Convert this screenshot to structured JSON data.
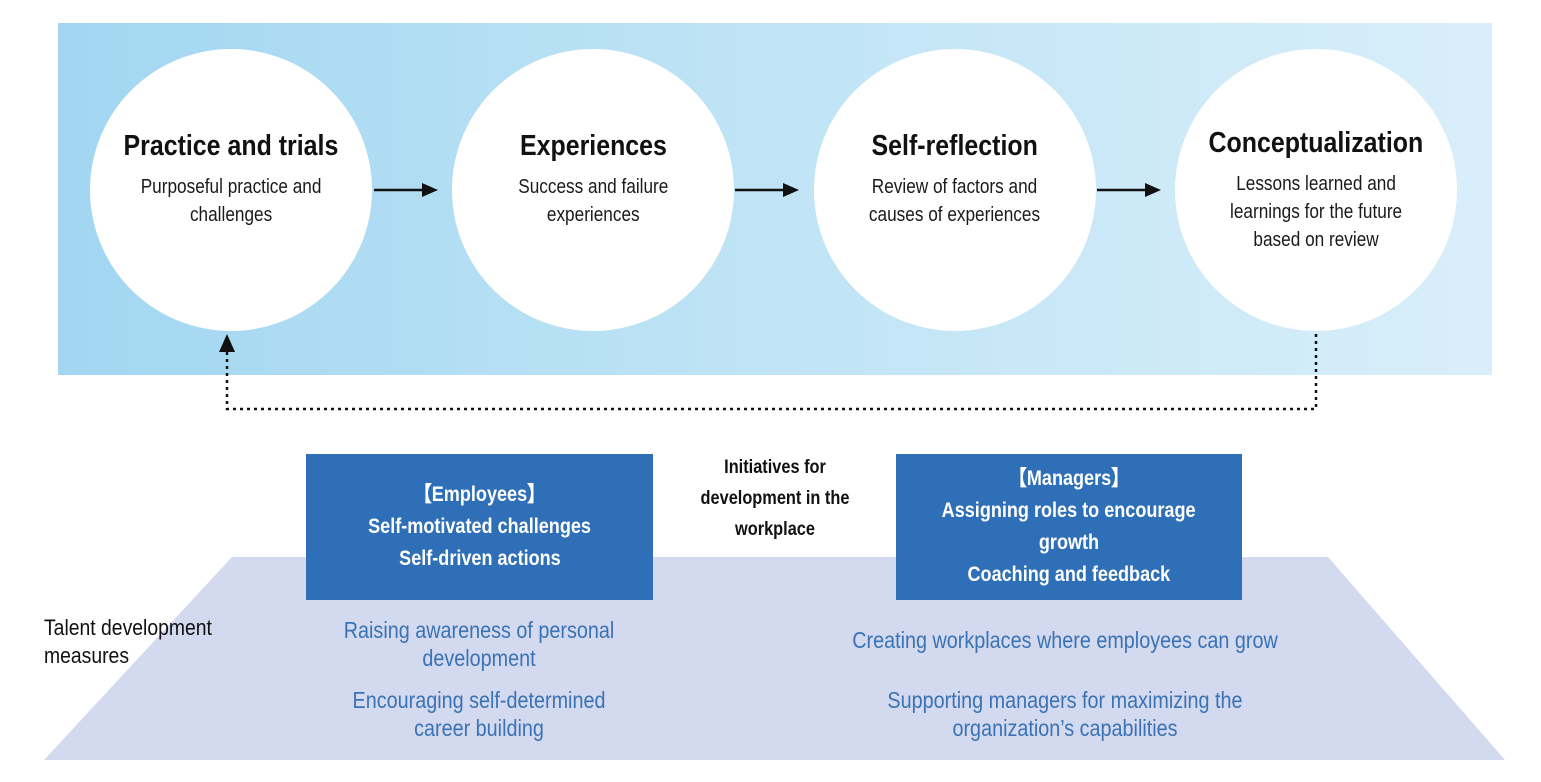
{
  "cycle": [
    {
      "title": "Practice and trials",
      "lines": [
        "Purposeful practice and",
        "challenges"
      ]
    },
    {
      "title": "Experiences",
      "lines": [
        "Success and failure",
        "experiences"
      ]
    },
    {
      "title": "Self-reflection",
      "lines": [
        "Review of factors and",
        "causes of experiences"
      ]
    },
    {
      "title": "Conceptualization",
      "lines": [
        "Lessons learned and",
        "learnings for the future",
        "based on review"
      ]
    }
  ],
  "initiatives": {
    "label_lines": [
      "Initiatives for",
      "development in the",
      "workplace"
    ],
    "employees": {
      "heading": "【Employees】",
      "lines": [
        "Self-motivated challenges",
        "Self-driven actions"
      ]
    },
    "managers": {
      "heading": "【Managers】",
      "lines": [
        "Assigning roles to encourage",
        "growth",
        "Coaching and feedback"
      ]
    }
  },
  "measures": {
    "label_lines": [
      "Talent development",
      "measures"
    ],
    "employees": [
      [
        "Raising awareness of personal",
        "development"
      ],
      [
        "Encouraging self-determined",
        "career building"
      ]
    ],
    "managers": [
      [
        "Creating workplaces where employees can grow"
      ],
      [
        "Supporting managers for maximizing the",
        "organization’s capabilities"
      ]
    ]
  },
  "colors": {
    "band_left": "#a2d6f1",
    "band_right": "#d9eefa",
    "box": "#2f6fb7",
    "measure_text": "#3a73b5",
    "trapezoid": "#d3d9ee"
  }
}
